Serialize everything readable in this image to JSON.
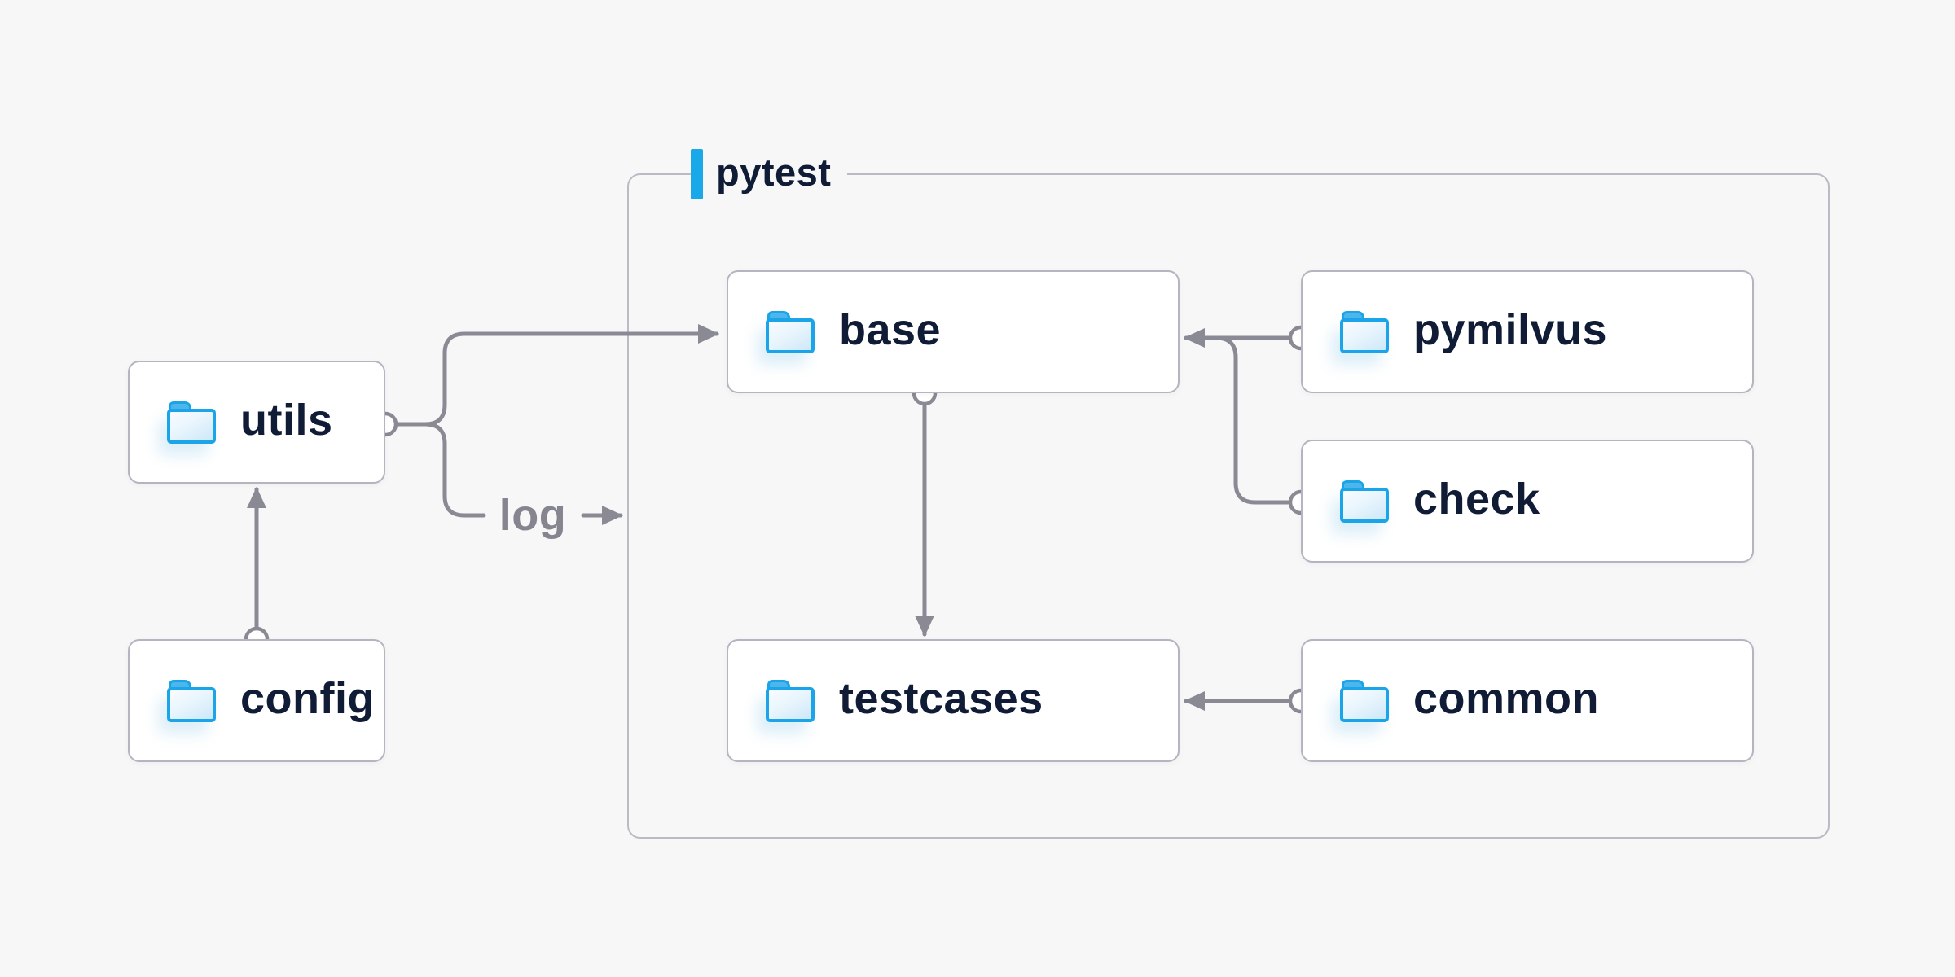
{
  "diagram": {
    "title": "pytest",
    "log_label": "log",
    "nodes": [
      {
        "id": "utils",
        "label": "utils",
        "icon": "folder-icon",
        "inside_pytest": false
      },
      {
        "id": "config",
        "label": "config",
        "icon": "folder-icon",
        "inside_pytest": false
      },
      {
        "id": "base",
        "label": "base",
        "icon": "folder-icon",
        "inside_pytest": true
      },
      {
        "id": "testcases",
        "label": "testcases",
        "icon": "folder-icon",
        "inside_pytest": true
      },
      {
        "id": "pymilvus",
        "label": "pymilvus",
        "icon": "folder-icon",
        "inside_pytest": true
      },
      {
        "id": "check",
        "label": "check",
        "icon": "folder-icon",
        "inside_pytest": true
      },
      {
        "id": "common",
        "label": "common",
        "icon": "folder-icon",
        "inside_pytest": true
      }
    ],
    "edges": [
      {
        "from": "utils",
        "to": "base",
        "style": "arrow"
      },
      {
        "from": "utils",
        "to": "log",
        "style": "arrow",
        "label": "log"
      },
      {
        "from": "config",
        "to": "utils",
        "style": "arrow"
      },
      {
        "from": "base",
        "to": "testcases",
        "style": "arrow"
      },
      {
        "from": "pymilvus",
        "to": "base",
        "style": "arrow"
      },
      {
        "from": "check",
        "to": "base",
        "style": "arrow"
      },
      {
        "from": "common",
        "to": "testcases",
        "style": "arrow"
      }
    ],
    "colors": {
      "background": "#f7f7f8",
      "node-bg": "#ffffff",
      "node-border": "#b4b5c0",
      "container-border": "#bbbbc6",
      "connector": "#8a8a94",
      "accent-blue": "#19a9e9",
      "folder-stroke": "#1ba5e8",
      "folder-tab": "#4db7ec",
      "text-dark": "#101c36",
      "log-text": "#85858f"
    }
  }
}
